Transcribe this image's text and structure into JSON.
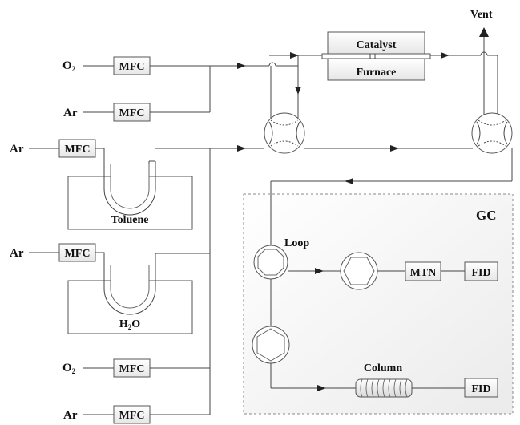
{
  "gases": {
    "o2_top": "O",
    "o2_sub": "2",
    "ar_top": "Ar",
    "ar_toluene": "Ar",
    "ar_water": "Ar",
    "o2_bottom": "O",
    "ar_bottom": "Ar"
  },
  "mfc": {
    "m1": "MFC",
    "m2": "MFC",
    "m3": "MFC",
    "m4": "MFC",
    "m5": "MFC",
    "m6": "MFC"
  },
  "saturators": {
    "toluene": "Toluene",
    "water_h": "H",
    "water_sub": "2",
    "water_o": "O"
  },
  "reactor": {
    "catalyst": "Catalyst",
    "furnace": "Furnace"
  },
  "vent": "Vent",
  "gc": {
    "title": "GC",
    "loop": "Loop",
    "mtn": "MTN",
    "fid_top": "FID",
    "column": "Column",
    "fid_bottom": "FID"
  }
}
